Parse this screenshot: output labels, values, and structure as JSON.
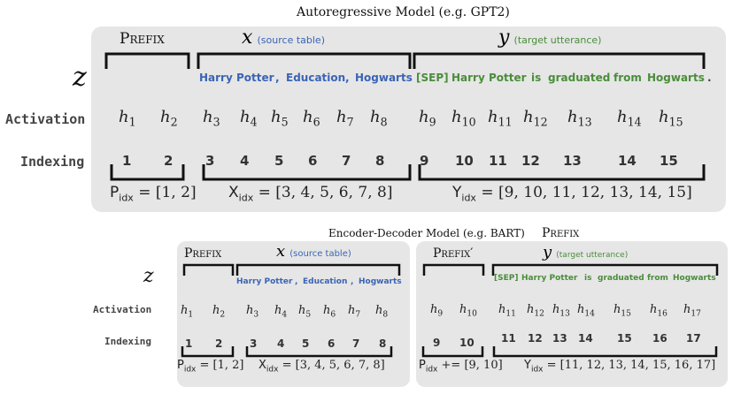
{
  "top": {
    "title": "Autoregressive  Model  (e.g. GPT2)",
    "prefix_label": "Prefix",
    "x_symbol": "x",
    "x_caption": "(source table)",
    "y_symbol": "y",
    "y_caption": "(target utterance)",
    "z_symbol": "z",
    "source_tokens": [
      "Harry Potter",
      ",",
      "Education",
      ",",
      "Hogwarts"
    ],
    "target_tokens": [
      "[SEP]",
      "Harry Potter",
      "is",
      "graduated",
      "from",
      "Hogwarts",
      "."
    ],
    "row_activation": "Activation",
    "row_indexing": "Indexing",
    "activations": [
      "h1",
      "h2",
      "h3",
      "h4",
      "h5",
      "h6",
      "h7",
      "h8",
      "h9",
      "h10",
      "h11",
      "h12",
      "h13",
      "h14",
      "h15"
    ],
    "indices": [
      "1",
      "2",
      "3",
      "4",
      "5",
      "6",
      "7",
      "8",
      "9",
      "10",
      "11",
      "12",
      "13",
      "14",
      "15"
    ],
    "p_idx_label": "P",
    "p_idx_value": "= [1, 2]",
    "x_idx_label": "X",
    "x_idx_value": "= [3, 4, 5, 6, 7, 8]",
    "y_idx_label": "Y",
    "y_idx_value": "= [9, 10, 11, 12, 13, 14, 15]",
    "idx_sub": "idx"
  },
  "bottom": {
    "title": "Encoder-Decoder Model  (e.g. BART)",
    "prefix_above": "Prefix",
    "z_symbol": "z",
    "row_activation": "Activation",
    "row_indexing": "Indexing",
    "enc": {
      "prefix_label": "Prefix",
      "x_symbol": "x",
      "x_caption": "(source table)",
      "source_tokens": [
        "Harry  Potter",
        ",",
        "Education",
        ",",
        "Hogwarts"
      ],
      "activations": [
        "h1",
        "h2",
        "h3",
        "h4",
        "h5",
        "h6",
        "h7",
        "h8"
      ],
      "indices": [
        "1",
        "2",
        "3",
        "4",
        "5",
        "6",
        "7",
        "8"
      ],
      "p_idx_label": "P",
      "p_idx_value": "= [1, 2]",
      "x_idx_label": "X",
      "x_idx_value": "= [3, 4, 5, 6, 7, 8]"
    },
    "dec": {
      "prefix_label": "Prefix′",
      "y_symbol": "y",
      "y_caption": "(target utterance)",
      "target_tokens": [
        "[SEP]",
        "Harry  Potter",
        "is",
        "graduated",
        "from",
        "Hogwarts"
      ],
      "activations": [
        "h9",
        "h10",
        "h11",
        "h12",
        "h13",
        "h14",
        "h15",
        "h16",
        "h17"
      ],
      "indices": [
        "9",
        "10",
        "11",
        "12",
        "13",
        "14",
        "15",
        "16",
        "17"
      ],
      "p_idx_label": "P",
      "p_idx_value": "+= [9, 10]",
      "y_idx_label": "Y",
      "y_idx_value": "= [11, 12, 13, 14, 15, 16, 17]"
    }
  },
  "colors": {
    "panel": "#e6e6e6",
    "source_blue": "#3a64b5",
    "target_green": "#4a8d3a"
  }
}
